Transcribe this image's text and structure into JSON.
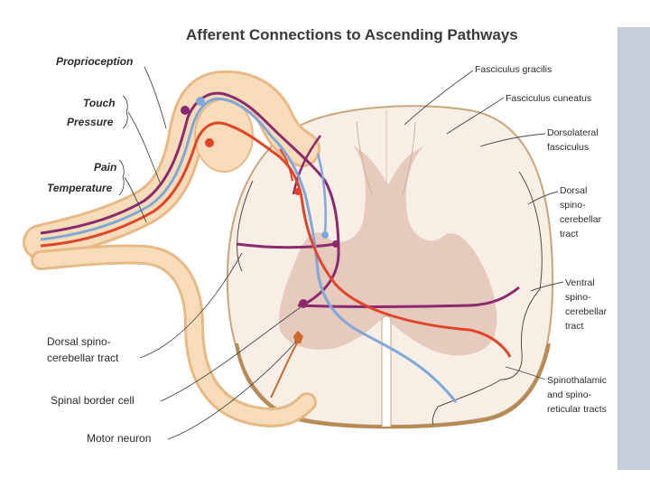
{
  "title": "Afferent Connections to Ascending Pathways",
  "left_labels": {
    "proprioception": "Proprioception",
    "touch": "Touch",
    "pressure": "Pressure",
    "pain": "Pain",
    "temperature": "Temperature"
  },
  "bottom_labels": {
    "dorsal_spino_1": "Dorsal spino-",
    "dorsal_spino_2": "cerebellar tract",
    "spinal_border_cell": "Spinal border cell",
    "motor_neuron": "Motor neuron"
  },
  "right_labels": {
    "fasciculus_gracilis": "Fasciculus gracilis",
    "fasciculus_cuneatus": "Fasciculus cuneatus",
    "dorsolateral_1": "Dorsolateral",
    "dorsolateral_2": "fasciculus",
    "dorsal_spinocerebellar_1": "Dorsal",
    "dorsal_spinocerebellar_2": "spino-",
    "dorsal_spinocerebellar_3": "cerebellar",
    "dorsal_spinocerebellar_4": "tract",
    "ventral_spinocerebellar_1": "Ventral",
    "ventral_spinocerebellar_2": "spino-",
    "ventral_spinocerebellar_3": "cerebellar",
    "ventral_spinocerebellar_4": "tract",
    "spinothalamic_1": "Spinothalamic",
    "spinothalamic_2": "and spino-",
    "spinothalamic_3": "reticular tracts"
  },
  "colors": {
    "proprioception_fiber": "#8b2a6e",
    "touch_fiber": "#7fa8d8",
    "pain_fiber": "#e0452a",
    "white_matter": "#f7eee6",
    "gray_matter": "#e3c3b6",
    "nerve": "#f3d2a8",
    "right_strip": "#c6cdd8"
  }
}
